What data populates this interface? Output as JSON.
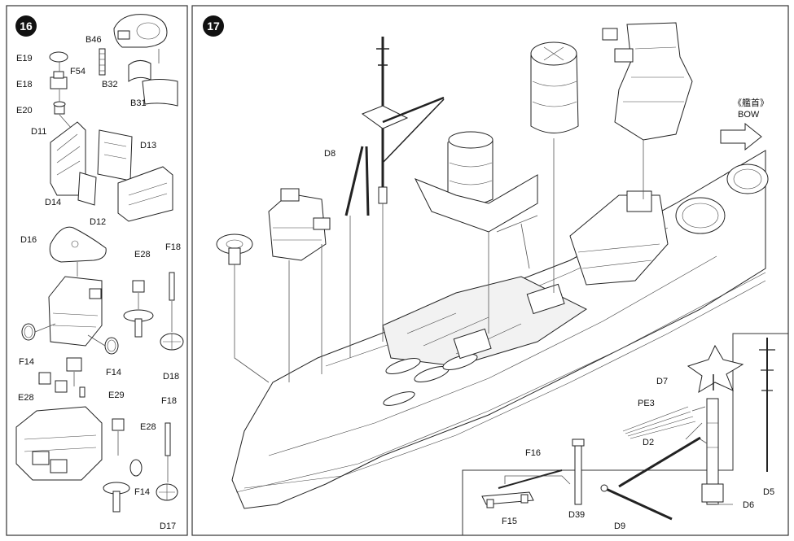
{
  "steps": {
    "step16": "16",
    "step17": "17"
  },
  "step16_labels": {
    "b46": "B46",
    "e19": "E19",
    "f54": "F54",
    "b32": "B32",
    "e18": "E18",
    "b31": "B31",
    "e20": "E20",
    "d11": "D11",
    "d13": "D13",
    "d14": "D14",
    "d12": "D12",
    "d16": "D16",
    "f18a": "F18",
    "e28a": "E28",
    "f14a": "F14",
    "f14b": "F14",
    "d18": "D18",
    "f18b": "F18",
    "e28b": "E28",
    "e29": "E29",
    "e28c": "E28",
    "f14c": "F14",
    "d17": "D17"
  },
  "step17_labels": {
    "d8": "D8",
    "bow_jp": "《艦首》",
    "bow": "BOW",
    "d7": "D7",
    "pe3": "PE3",
    "d2": "D2",
    "f16": "F16",
    "f15": "F15",
    "d39": "D39",
    "d9": "D9",
    "d6": "D6",
    "d5": "D5"
  },
  "colors": {
    "line": "#222222",
    "badge": "#111111",
    "paper": "#ffffff"
  },
  "icons": {
    "bow_arrow": "bow-direction-arrow-icon"
  }
}
